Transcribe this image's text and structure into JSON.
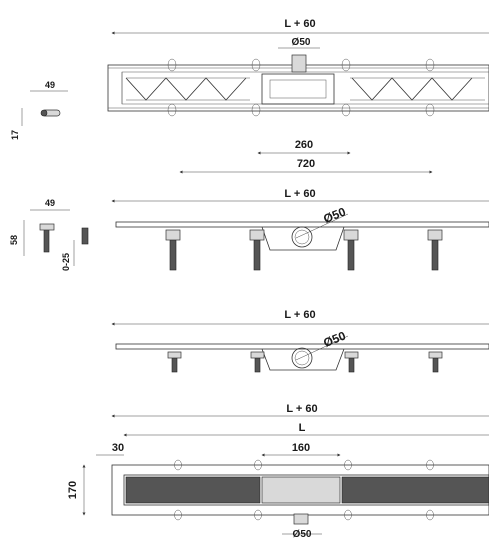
{
  "top_view": {
    "width_label": "L + 60",
    "outlet_label": "Ø50",
    "inner_label": "260",
    "outer_label": "720"
  },
  "side_detail": {
    "width_label": "49",
    "height_label": "17"
  },
  "elevation_1": {
    "width_label": "L + 60",
    "outlet_label": "Ø50",
    "foot_width_label": "49",
    "foot_height_label": "58",
    "adjust_label": "0-25"
  },
  "elevation_2": {
    "width_label": "L + 60",
    "outlet_label": "Ø50"
  },
  "plan_view": {
    "outer_label": "L + 60",
    "inner_label": "L",
    "margin_label": "30",
    "center_label": "160",
    "depth_label": "170",
    "outlet_label": "Ø50"
  }
}
